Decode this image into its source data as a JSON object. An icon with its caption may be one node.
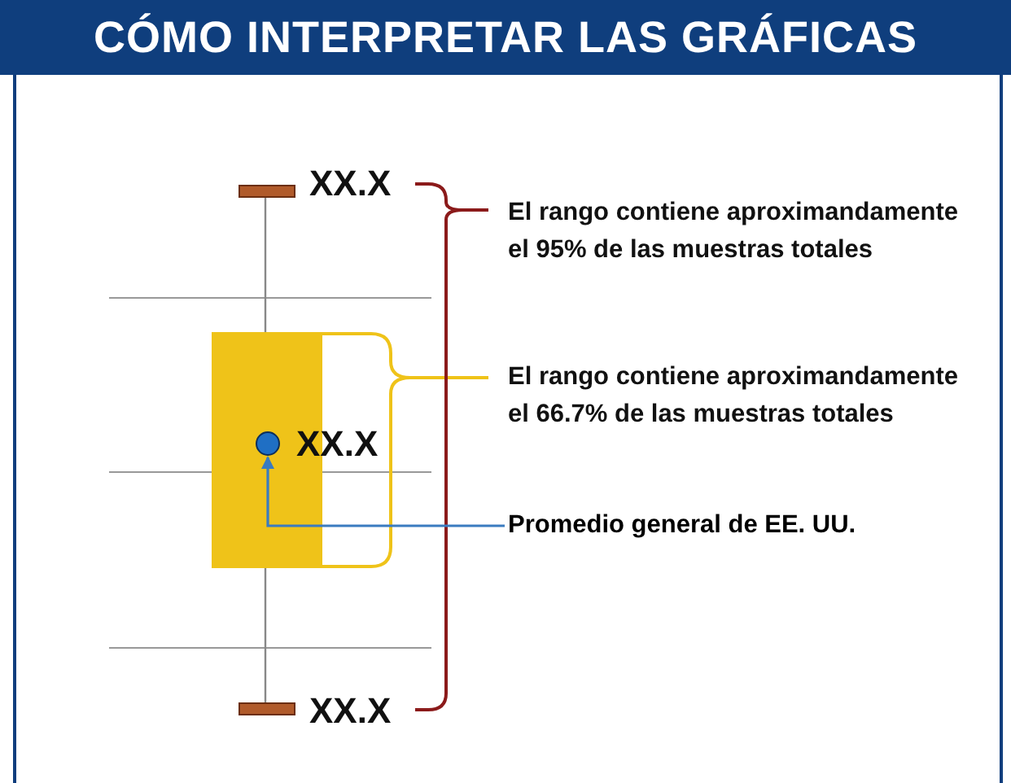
{
  "diagram": {
    "title": "CÓMO INTERPRETAR LAS GRÁFICAS",
    "nodes": [
      {
        "text": [],
        "shape": "circle"
      },
      {
        "text": [
          "Promedio general de EE. UU."
        ]
      }
    ],
    "edges": [
      {
        "from": 1,
        "to": 0,
        "arrow": "to"
      }
    ],
    "labels": [
      "XX.X",
      "El rango contiene aproximandamente el 95% de las muestras totales",
      "El rango contiene aproximandamente el 66.7% de las muestras totales",
      "XX.X",
      "XX.X"
    ]
  }
}
